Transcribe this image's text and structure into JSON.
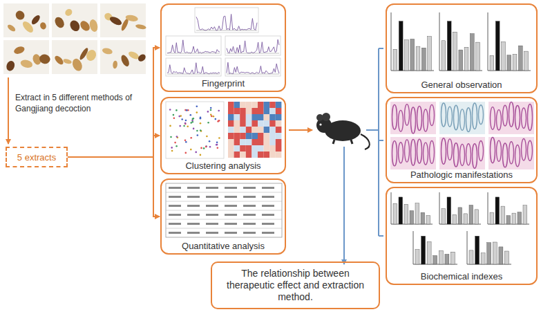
{
  "diagram": {
    "nodes": [
      {
        "text": [
          "5 extracts"
        ]
      },
      {
        "text": [
          "Fingerprint"
        ]
      },
      {
        "text": [
          "Clustering analysis"
        ]
      },
      {
        "text": [
          "Quantitative analysis"
        ]
      },
      {
        "text": [
          "General observation"
        ]
      },
      {
        "text": [
          "Pathologic manifestations"
        ]
      },
      {
        "text": [
          "Biochemical indexes"
        ]
      },
      {
        "text": [
          "The relationship between therapeutic effect and extraction method."
        ]
      }
    ],
    "edges": [
      {
        "from": 0,
        "to": 1,
        "arrow": "to"
      },
      {
        "from": 0,
        "to": 2,
        "arrow": "to"
      },
      {
        "from": 0,
        "to": 3,
        "arrow": "to"
      }
    ],
    "labels": [
      "Extract in 5 different methods of Gangjiang decoction"
    ]
  }
}
